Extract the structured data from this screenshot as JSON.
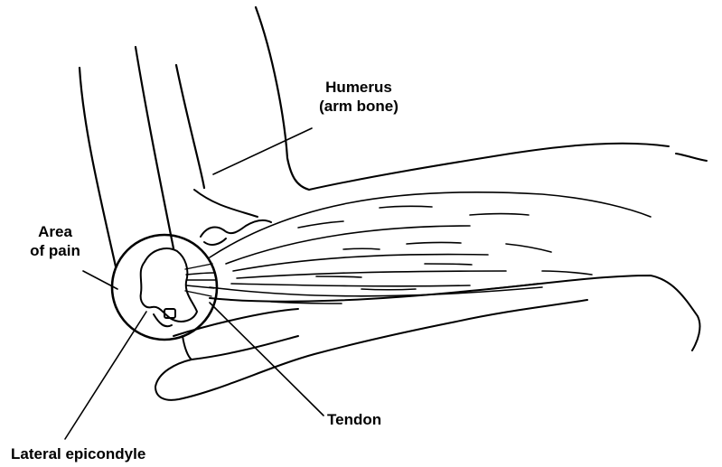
{
  "labels": {
    "humerus": {
      "line1": "Humerus",
      "line2": "(arm bone)"
    },
    "area_of_pain": {
      "line1": "Area",
      "line2": "of pain"
    },
    "tendon": "Tendon",
    "lateral_epicondyle": "Lateral epicondyle"
  },
  "colors": {
    "ink": "#000000",
    "background": "#ffffff"
  }
}
